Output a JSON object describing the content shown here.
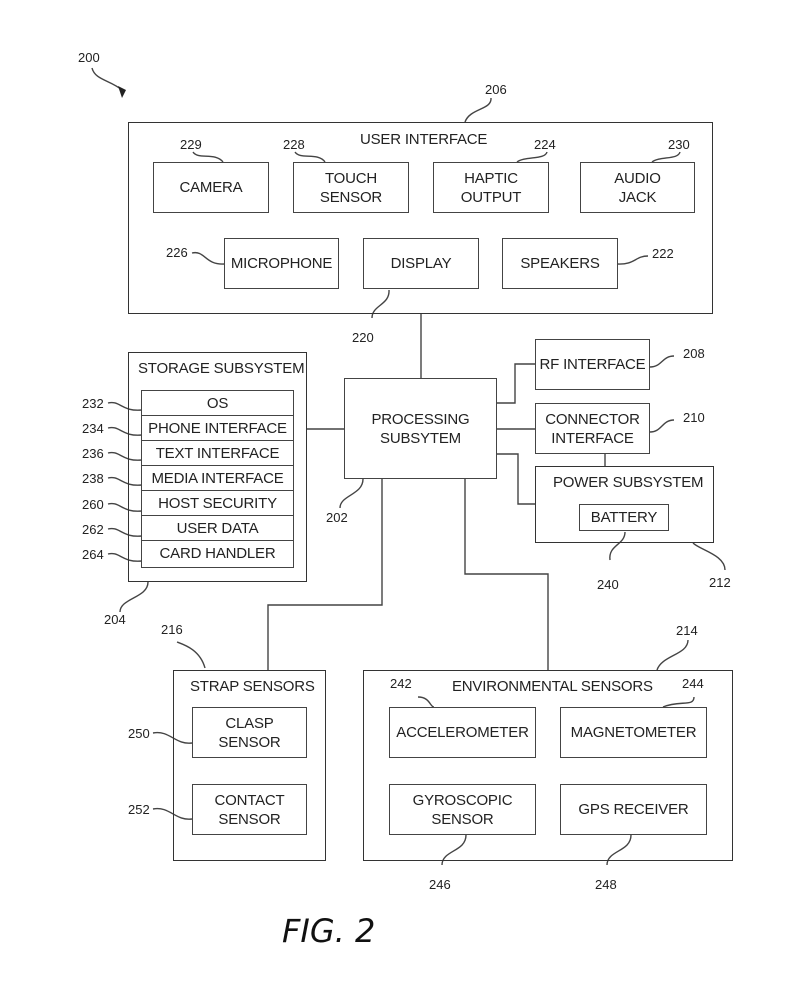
{
  "figure": {
    "label": "FIG. 2",
    "ref": "200"
  },
  "user_interface": {
    "title": "USER INTERFACE",
    "ref": "206",
    "components": [
      {
        "label": "CAMERA",
        "ref": "229"
      },
      {
        "label": "TOUCH\nSENSOR",
        "ref": "228"
      },
      {
        "label": "HAPTIC\nOUTPUT",
        "ref": "224"
      },
      {
        "label": "AUDIO\nJACK",
        "ref": "230"
      },
      {
        "label": "MICROPHONE",
        "ref": "226"
      },
      {
        "label": "DISPLAY",
        "ref": "220"
      },
      {
        "label": "SPEAKERS",
        "ref": "222"
      }
    ]
  },
  "storage_subsystem": {
    "title": "STORAGE SUBSYSTEM",
    "ref": "204",
    "items": [
      {
        "label": "OS",
        "ref": "232"
      },
      {
        "label": "PHONE INTERFACE",
        "ref": "234"
      },
      {
        "label": "TEXT INTERFACE",
        "ref": "236"
      },
      {
        "label": "MEDIA INTERFACE",
        "ref": "238"
      },
      {
        "label": "HOST SECURITY",
        "ref": "260"
      },
      {
        "label": "USER DATA",
        "ref": "262"
      },
      {
        "label": "CARD HANDLER",
        "ref": "264"
      }
    ]
  },
  "processing_subsystem": {
    "label": "PROCESSING\nSUBSYTEM",
    "ref": "202"
  },
  "rf_interface": {
    "label": "RF INTERFACE",
    "ref": "208"
  },
  "connector_interface": {
    "label": "CONNECTOR\nINTERFACE",
    "ref": "210"
  },
  "power_subsystem": {
    "title": "POWER SUBSYSTEM",
    "ref": "212",
    "battery": {
      "label": "BATTERY",
      "ref": "240"
    }
  },
  "strap_sensors": {
    "title": "STRAP SENSORS",
    "ref": "216",
    "components": [
      {
        "label": "CLASP\nSENSOR",
        "ref": "250"
      },
      {
        "label": "CONTACT\nSENSOR",
        "ref": "252"
      }
    ]
  },
  "environmental_sensors": {
    "title": "ENVIRONMENTAL SENSORS",
    "ref": "214",
    "components": [
      {
        "label": "ACCELEROMETER",
        "ref": "242"
      },
      {
        "label": "MAGNETOMETER",
        "ref": "244"
      },
      {
        "label": "GYROSCOPIC\nSENSOR",
        "ref": "246"
      },
      {
        "label": "GPS RECEIVER",
        "ref": "248"
      }
    ]
  }
}
